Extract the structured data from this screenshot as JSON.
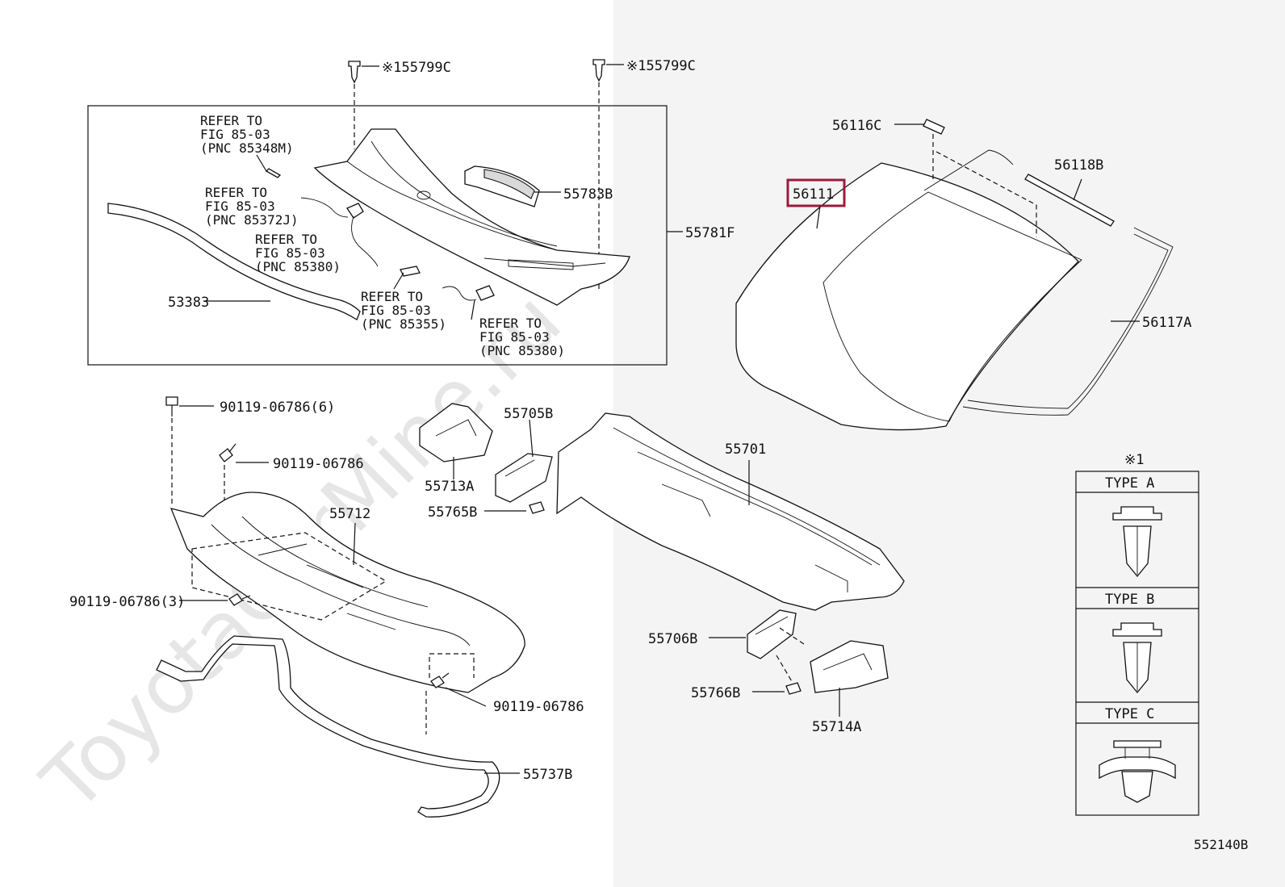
{
  "watermark": "ToyotaCarMine.ru",
  "figure_code": "552140B",
  "highlight_color": "#9b1b3a",
  "fasteners_top": [
    "※155799C",
    "※155799C"
  ],
  "refs": [
    {
      "l1": "REFER TO",
      "l2": "FIG 85-03",
      "l3": "(PNC 85348M)"
    },
    {
      "l1": "REFER TO",
      "l2": "FIG 85-03",
      "l3": "(PNC 85372J)"
    },
    {
      "l1": "REFER TO",
      "l2": "FIG 85-03",
      "l3": "(PNC 85380)"
    },
    {
      "l1": "REFER TO",
      "l2": "FIG 85-03",
      "l3": "(PNC 85355)"
    },
    {
      "l1": "REFER TO",
      "l2": "FIG 85-03",
      "l3": "(PNC 85380)"
    }
  ],
  "parts": {
    "p55783B": "55783B",
    "p55781F": "55781F",
    "p53383": "53383",
    "p56116C": "56116C",
    "p56118B": "56118B",
    "p56111": "56111",
    "p56117A": "56117A",
    "b6": "90119-06786(6)",
    "b1": "90119-06786",
    "b3": "90119-06786(3)",
    "b1b": "90119-06786",
    "p55712": "55712",
    "p55705B": "55705B",
    "p55713A": "55713A",
    "p55765B": "55765B",
    "p55701": "55701",
    "p55706B": "55706B",
    "p55766B": "55766B",
    "p55714A": "55714A",
    "p55737B": "55737B"
  },
  "clip_table": {
    "note": "※1",
    "types": [
      "TYPE  A",
      "TYPE  B",
      "TYPE  C"
    ]
  }
}
